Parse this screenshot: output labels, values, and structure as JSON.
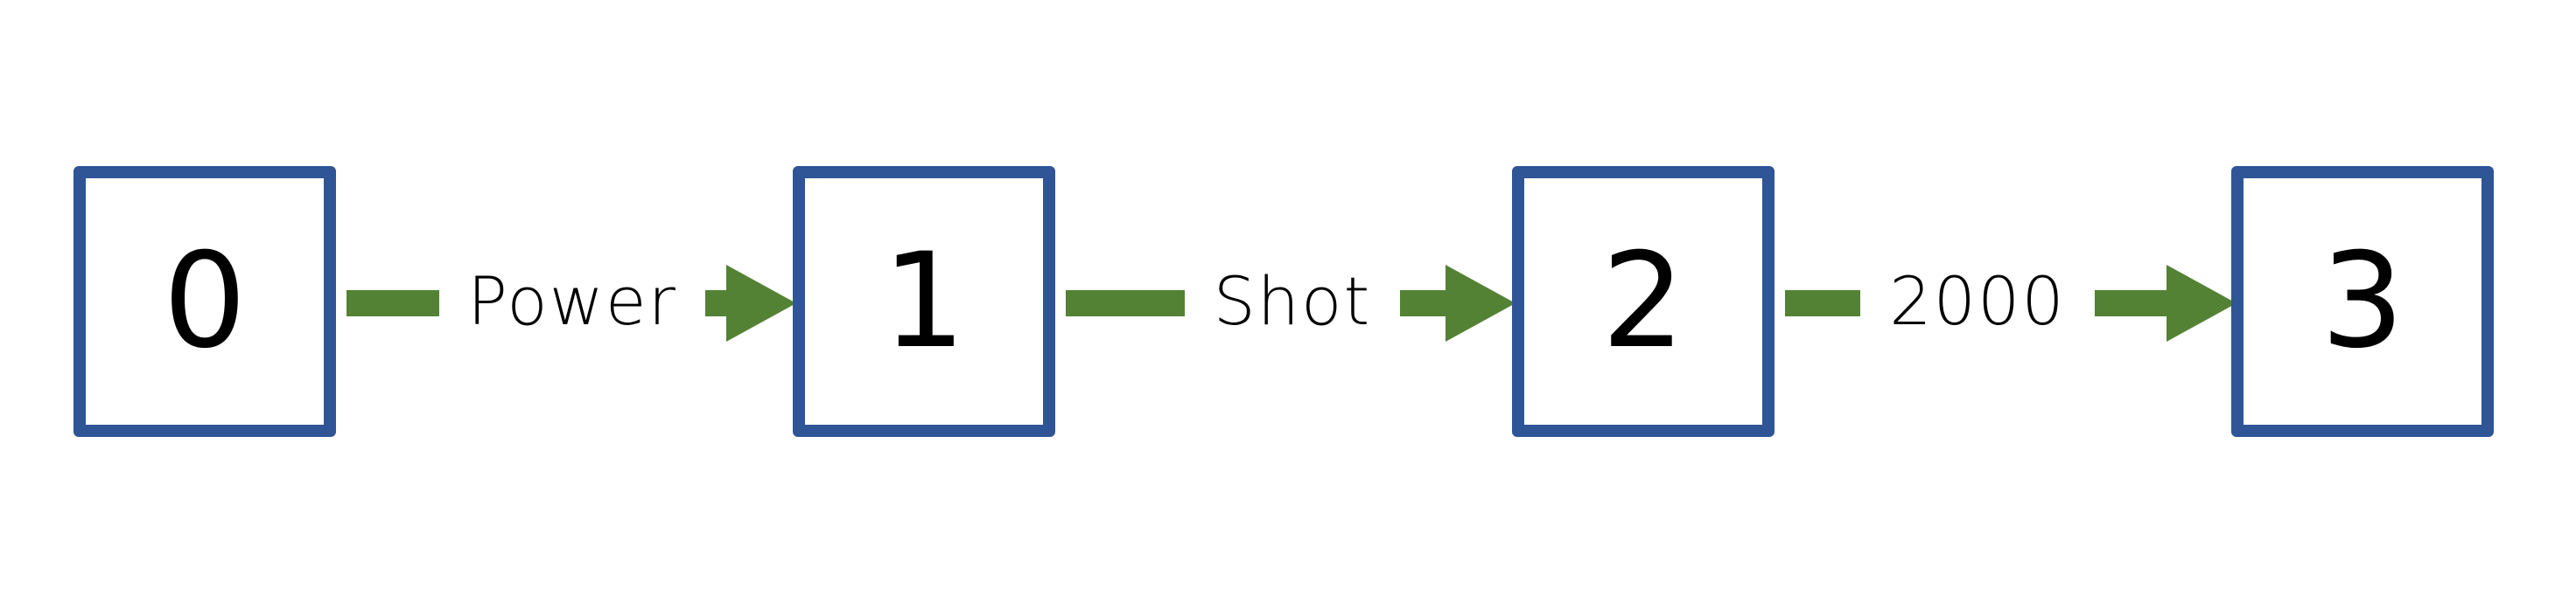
{
  "colors": {
    "box_border": "#2f5597",
    "arrow": "#548235",
    "text": "#000000"
  },
  "states": [
    {
      "label": "0"
    },
    {
      "label": "1"
    },
    {
      "label": "2"
    },
    {
      "label": "3"
    }
  ],
  "transitions": [
    {
      "label": "Power"
    },
    {
      "label": "Shot"
    },
    {
      "label": "2000"
    }
  ]
}
